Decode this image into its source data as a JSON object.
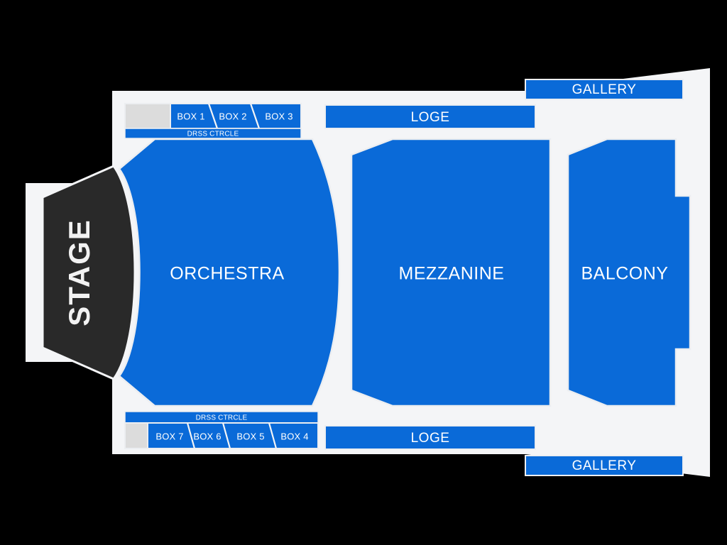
{
  "venue_map": {
    "stage": {
      "label": "STAGE",
      "color": "#292929",
      "text_color": "#f2f2f2",
      "orientation": "vertical-bottom-to-top"
    },
    "colors": {
      "section_blue": "#0a6ad8",
      "map_background": "#f4f5f7",
      "page_background": "#000000",
      "unavailable_gray": "#dcdcdc",
      "outline": "#e8e9ec",
      "label_text": "#ffffff"
    },
    "sections": [
      {
        "id": "orchestra",
        "label": "ORCHESTRA",
        "level": "floor"
      },
      {
        "id": "mezzanine",
        "label": "MEZZANINE",
        "level": "floor"
      },
      {
        "id": "balcony",
        "label": "BALCONY",
        "level": "floor"
      }
    ],
    "loge": [
      {
        "id": "loge-top",
        "label": "LOGE",
        "position": "top"
      },
      {
        "id": "loge-bottom",
        "label": "LOGE",
        "position": "bottom"
      }
    ],
    "gallery": [
      {
        "id": "gallery-top",
        "label": "GALLERY",
        "position": "top"
      },
      {
        "id": "gallery-bottom",
        "label": "GALLERY",
        "position": "bottom"
      }
    ],
    "dress_circle": [
      {
        "id": "dress-circle-top",
        "label": "DRSS CTRCLE",
        "position": "top"
      },
      {
        "id": "dress-circle-bottom",
        "label": "DRSS CTRCLE",
        "position": "bottom"
      }
    ],
    "boxes_top": [
      {
        "id": "box-1",
        "label": "BOX 1"
      },
      {
        "id": "box-2",
        "label": "BOX 2"
      },
      {
        "id": "box-3",
        "label": "BOX 3"
      }
    ],
    "boxes_bottom": [
      {
        "id": "box-7",
        "label": "BOX 7"
      },
      {
        "id": "box-6",
        "label": "BOX 6"
      },
      {
        "id": "box-5",
        "label": "BOX 5"
      },
      {
        "id": "box-4",
        "label": "BOX 4"
      }
    ],
    "unavailable_blocks": [
      {
        "id": "unavailable-top",
        "label": ""
      },
      {
        "id": "unavailable-bottom",
        "label": ""
      }
    ]
  }
}
